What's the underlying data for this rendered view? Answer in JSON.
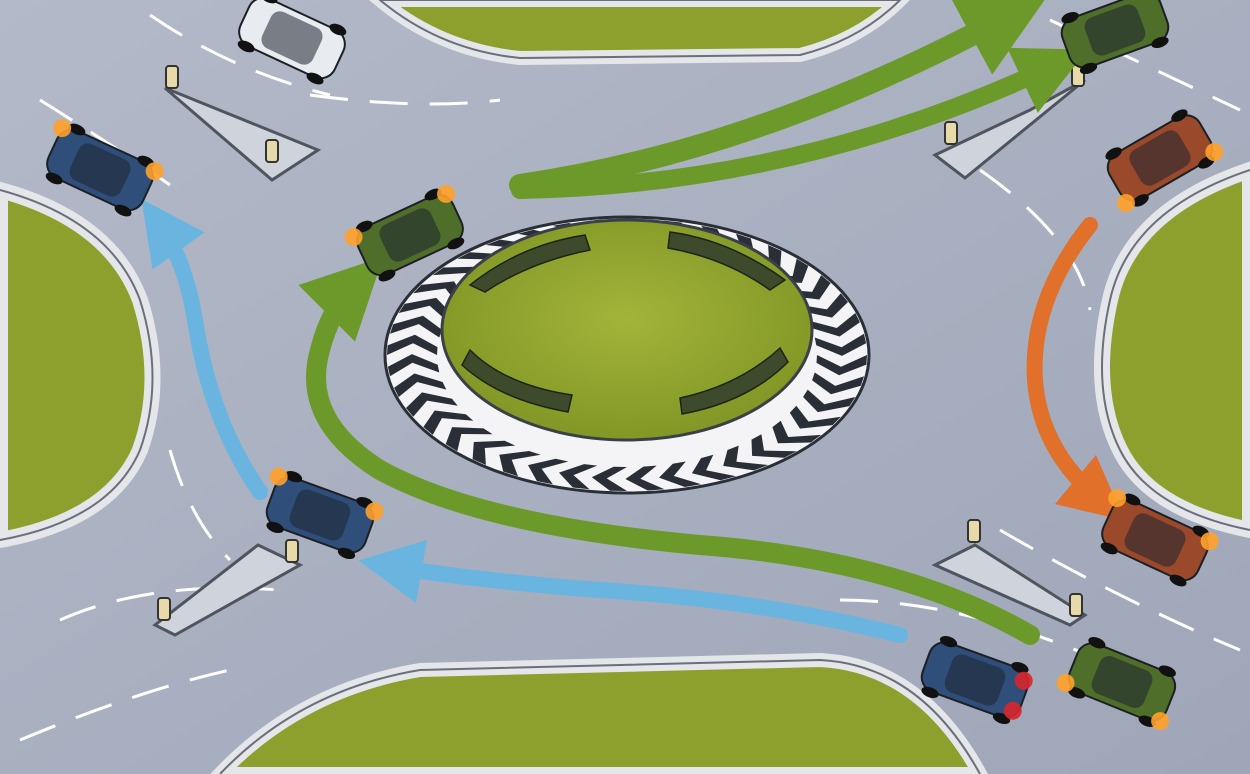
{
  "diagram": {
    "colors": {
      "road": "#a7afc1",
      "grass": "#8d9f2c",
      "grass_dark": "#6f8a1e",
      "kerb": "#e4e6ea",
      "kerb_edge": "#6a6f7a",
      "lane_marking": "#ffffff",
      "chevron_dark": "#2a2e36",
      "chevron_light": "#f4f4f6",
      "arrow_green": "#6c9a2a",
      "arrow_blue": "#6ab4e0",
      "arrow_orange": "#e0702a",
      "indicator": "#ffa12a",
      "brake_light": "#d8262a"
    },
    "routes": [
      {
        "id": "green-straight-ahead",
        "color": "arrow_green"
      },
      {
        "id": "green-inner-loop",
        "color": "arrow_green"
      },
      {
        "id": "blue-left-turn",
        "color": "arrow_blue"
      },
      {
        "id": "orange-left-turn",
        "color": "arrow_orange"
      }
    ],
    "vehicles": [
      {
        "id": "car-top-left-white",
        "color": "white",
        "signal": "none"
      },
      {
        "id": "car-top-right-green",
        "color": "green",
        "signal": "none"
      },
      {
        "id": "car-right-brown",
        "color": "brown",
        "signal": "right"
      },
      {
        "id": "car-left-blue",
        "color": "blue",
        "signal": "left"
      },
      {
        "id": "car-roundabout-green",
        "color": "green",
        "signal": "left"
      },
      {
        "id": "car-approach-blue",
        "color": "blue",
        "signal": "left"
      },
      {
        "id": "car-lower-right-brown",
        "color": "brown",
        "signal": "left"
      },
      {
        "id": "car-bottom-blue",
        "color": "blue",
        "signal": "brake"
      },
      {
        "id": "car-bottom-green",
        "color": "green",
        "signal": "right"
      }
    ]
  }
}
